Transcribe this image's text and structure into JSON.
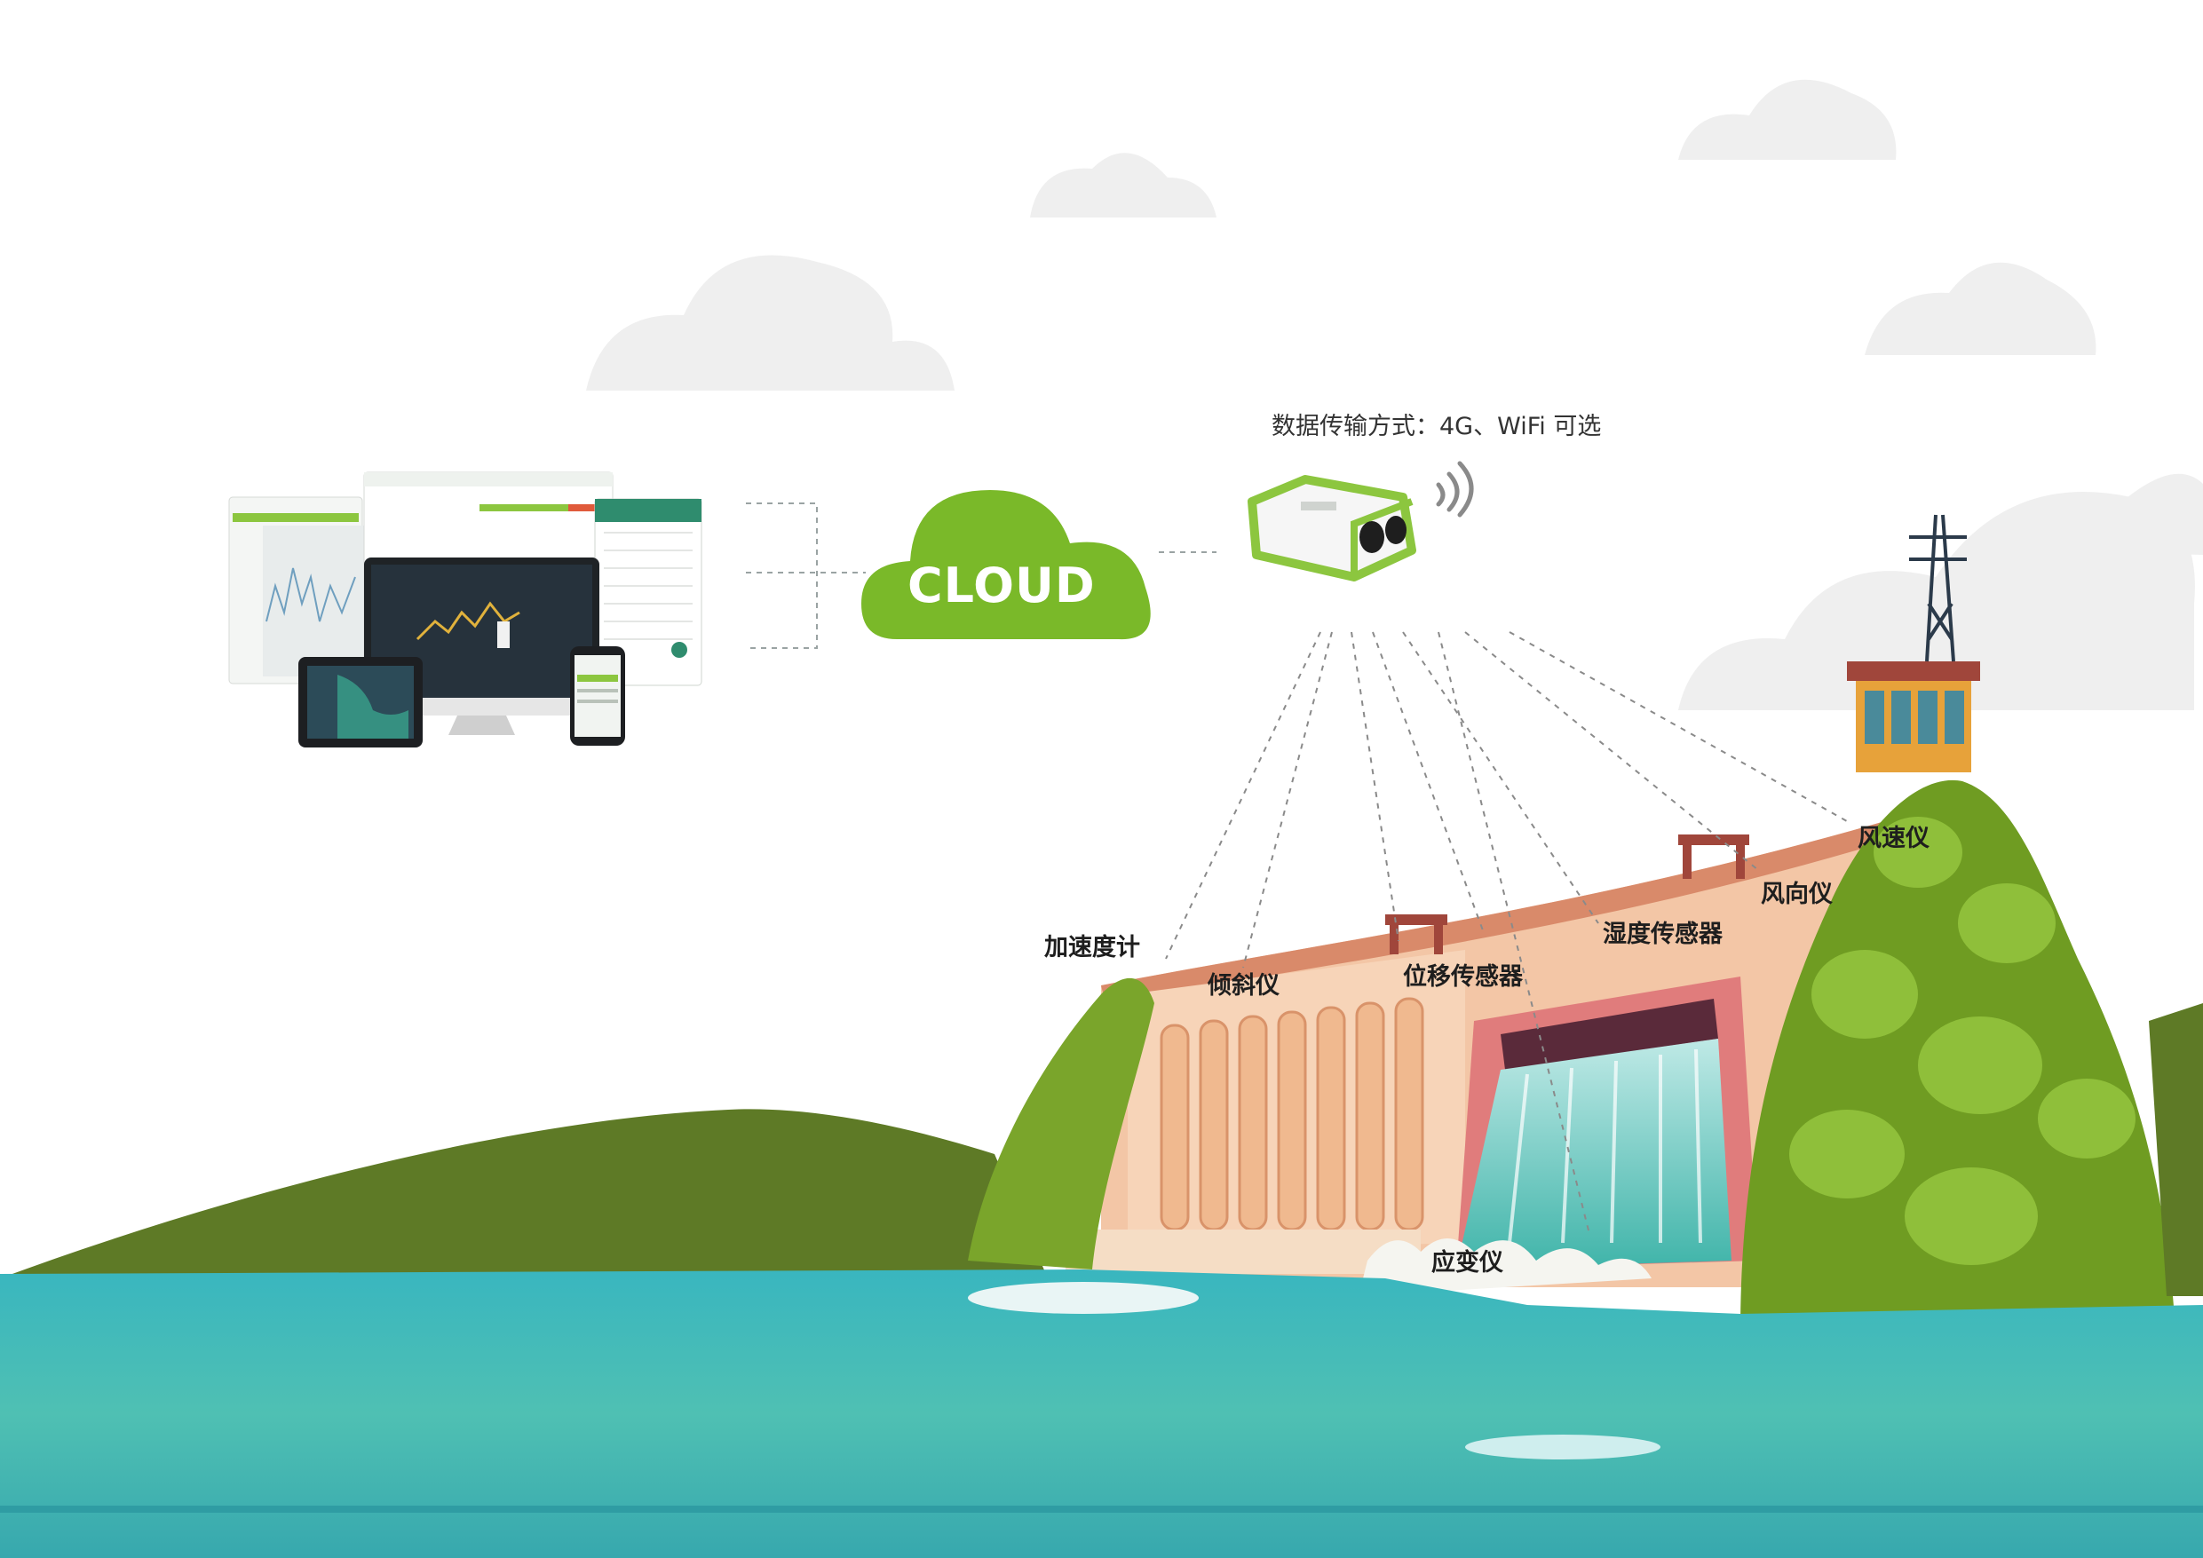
{
  "transport_caption": "数据传输方式：4G、WiFi 可选",
  "cloud_label": "CLOUD",
  "sensors": [
    {
      "id": "accelerometer",
      "label": "加速度计"
    },
    {
      "id": "inclinometer",
      "label": "倾斜仪"
    },
    {
      "id": "displacement-sensor",
      "label": "位移传感器"
    },
    {
      "id": "humidity-sensor",
      "label": "湿度传感器"
    },
    {
      "id": "wind-direction-meter",
      "label": "风向仪"
    },
    {
      "id": "anemometer",
      "label": "风速仪"
    },
    {
      "id": "strain-gauge",
      "label": "应变仪"
    }
  ],
  "icons": [
    "monitoring-devices-illustration",
    "cloud-icon",
    "gateway-device-icon",
    "wifi-signal-icon",
    "dam-illustration",
    "transmission-tower-icon"
  ],
  "colors": {
    "cloud_green": "#7ab929",
    "device_green": "#8cc63f",
    "water": "#3db3b5",
    "hill": "#5e7a26",
    "dam": "#e8a27c",
    "cloud_bg": "#efefef"
  }
}
